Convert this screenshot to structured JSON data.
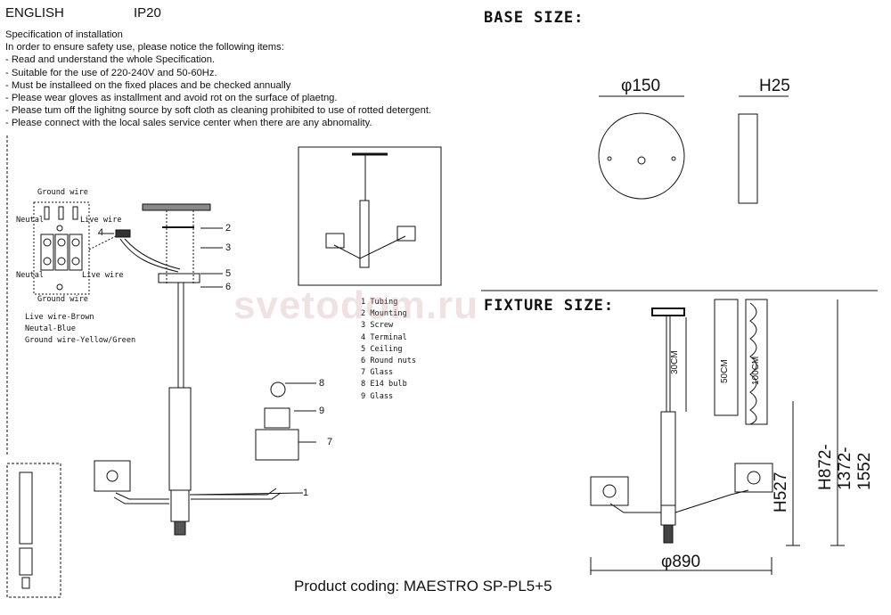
{
  "header": {
    "language": "ENGLISH",
    "ip_rating": "IP20"
  },
  "specification": {
    "title": "Specification of installation",
    "intro": "In order to ensure safety use, please notice the following items:",
    "items": [
      "- Read and understand the whole Specification.",
      "- Suitable for the use of 220-240V and 50-60Hz.",
      "- Must be installeed on the fixed places and be checked annually",
      "- Please wear gloves as installment and avoid rot on the surface of plaetng.",
      "- Please tum off the lighitng source by soft cloth as cleaning prohibited to use of rotted detergent.",
      "- Please connect with the local sales service center when there are any abnomality."
    ]
  },
  "wiring": {
    "ground_top": "Ground wire",
    "ground_bottom": "Ground wire",
    "neutral_top": "Neutal",
    "live_top": "Live wire",
    "neutral_bottom": "Neutal",
    "live_bottom": "Live wire",
    "legend": [
      "Live wire-Brown",
      "Neutal-Blue",
      "Ground wire-Yellow/Green"
    ]
  },
  "callouts": [
    "1",
    "2",
    "3",
    "4",
    "5",
    "6",
    "7",
    "8",
    "9"
  ],
  "parts_list": [
    "1 Tubing",
    "2 Mounting",
    "3 Screw",
    "4 Terminal",
    "5 Ceiling",
    "6 Round nuts",
    "7 Glass",
    "8 E14 bulb",
    "9 Glass"
  ],
  "base_size": {
    "title": "BASE SIZE:",
    "diameter": "φ150",
    "height": "H25"
  },
  "fixture_size": {
    "title": "FIXTURE SIZE:",
    "rod": "30CM",
    "rod2": "50CM",
    "chain": "100CM",
    "height": "H527",
    "total_height": "H872-1372-1552",
    "width": "φ890"
  },
  "product_coding": "Product coding: MAESTRO SP-PL5+5",
  "watermark": "svetodom.ru"
}
